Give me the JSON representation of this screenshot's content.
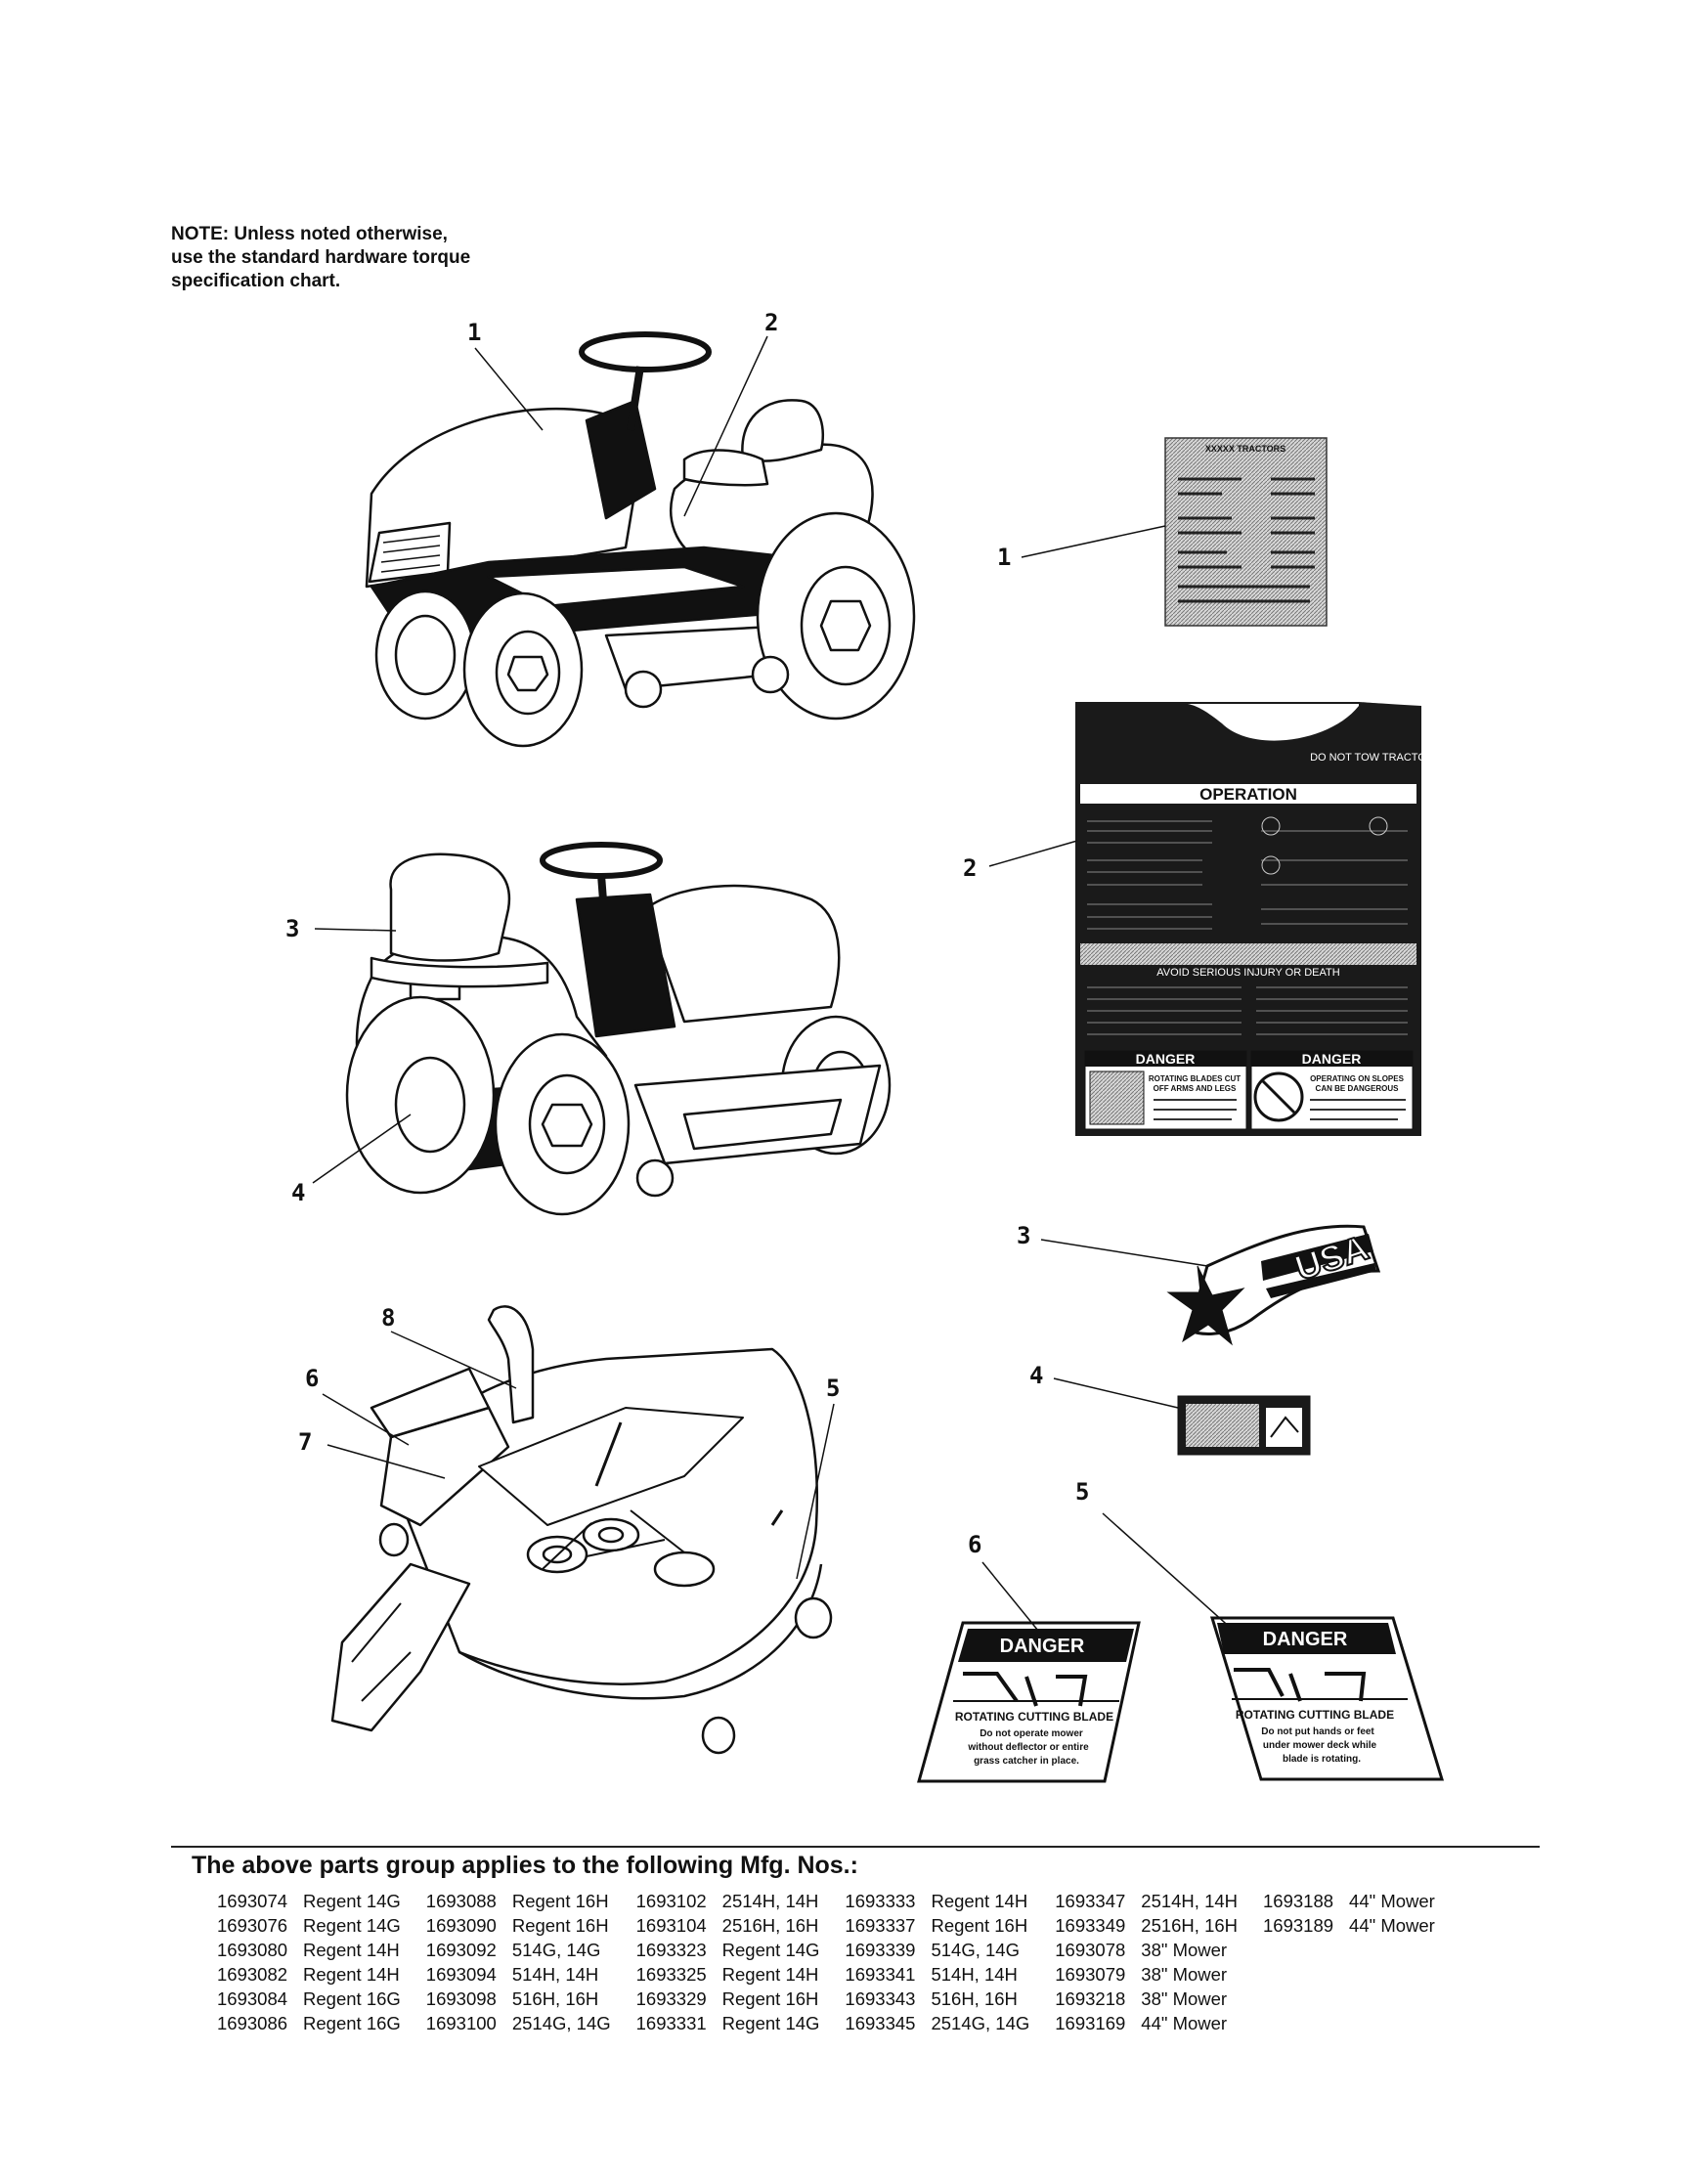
{
  "note": {
    "lines": [
      "NOTE: Unless noted otherwise,",
      "use the standard hardware torque",
      "specification chart."
    ]
  },
  "callouts": {
    "tractor_front": [
      "1",
      "2"
    ],
    "tractor_rear": [
      "3",
      "4"
    ],
    "deck": [
      "8",
      "6",
      "7",
      "5"
    ],
    "decals": [
      "1",
      "2",
      "3",
      "4",
      "5",
      "6"
    ]
  },
  "decals": {
    "operation_title": "OPERATION",
    "do_not_tow": "DO NOT TOW TRACTOR!",
    "avoid_injury": "AVOID SERIOUS INJURY OR DEATH",
    "danger": "DANGER",
    "danger_left_title": "ROTATING BLADES CUT",
    "danger_left_sub": "OFF ARMS AND LEGS",
    "danger_right_title": "OPERATING ON SLOPES",
    "danger_right_sub": "CAN BE DANGEROUS",
    "tractors_header": "XXXXX TRACTORS",
    "usa": "USA",
    "blade6_title": "ROTATING CUTTING BLADE",
    "blade6_lines": [
      "Do not operate mower",
      "without deflector or entire",
      "grass catcher in place."
    ],
    "blade5_title": "ROTATING CUTTING BLADE",
    "blade5_lines": [
      "Do not put hands or feet",
      "under mower deck while",
      "blade is rotating."
    ]
  },
  "applies_title": "The above parts group applies to the following Mfg. Nos.:",
  "mfg_rows": [
    [
      "1693074",
      "Regent 14G",
      "1693088",
      "Regent 16H",
      "1693102",
      "2514H, 14H",
      "1693333",
      "Regent 14H",
      "1693347",
      "2514H, 14H",
      "1693188",
      "44\" Mower"
    ],
    [
      "1693076",
      "Regent 14G",
      "1693090",
      "Regent 16H",
      "1693104",
      "2516H, 16H",
      "1693337",
      "Regent 16H",
      "1693349",
      "2516H, 16H",
      "1693189",
      "44\" Mower"
    ],
    [
      "1693080",
      "Regent 14H",
      "1693092",
      "514G, 14G",
      "1693323",
      "Regent 14G",
      "1693339",
      "514G, 14G",
      "1693078",
      "38\" Mower",
      "",
      ""
    ],
    [
      "1693082",
      "Regent 14H",
      "1693094",
      "514H, 14H",
      "1693325",
      "Regent 14H",
      "1693341",
      "514H, 14H",
      "1693079",
      "38\" Mower",
      "",
      ""
    ],
    [
      "1693084",
      "Regent 16G",
      "1693098",
      "516H, 16H",
      "1693329",
      "Regent 16H",
      "1693343",
      "516H, 16H",
      "1693218",
      "38\" Mower",
      "",
      ""
    ],
    [
      "1693086",
      "Regent 16G",
      "1693100",
      "2514G, 14G",
      "1693331",
      "Regent 14G",
      "1693345",
      "2514G, 14G",
      "1693169",
      "44\" Mower",
      "",
      ""
    ]
  ]
}
